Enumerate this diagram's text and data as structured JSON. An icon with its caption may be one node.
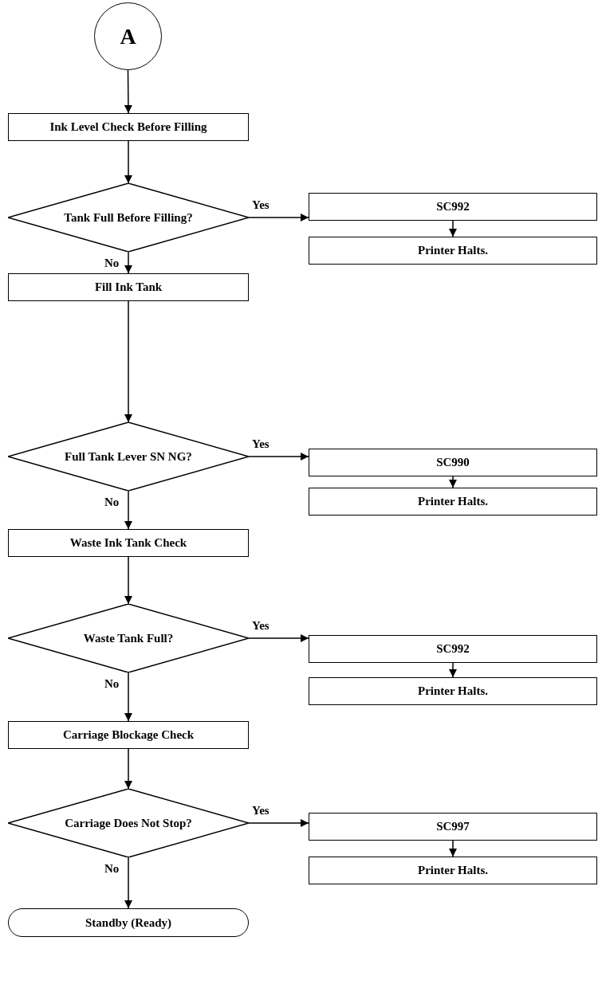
{
  "diagram": {
    "nodes": [
      {
        "text": [
          "A"
        ]
      },
      {
        "text": [
          "Ink Level Check Before Filling"
        ]
      },
      {
        "text": [
          "Tank Full Before Filling?"
        ]
      },
      {
        "text": [
          "SC992"
        ]
      },
      {
        "text": [
          "Printer Halts."
        ]
      },
      {
        "text": [
          "Fill Ink Tank"
        ]
      },
      {
        "text": [
          "Full Tank Lever SN NG?"
        ]
      },
      {
        "text": [
          "SC990"
        ]
      },
      {
        "text": [
          "Printer Halts."
        ]
      },
      {
        "text": [
          "Waste Ink Tank Check"
        ]
      },
      {
        "text": [
          "Waste Tank Full?"
        ]
      },
      {
        "text": [
          "SC992"
        ]
      },
      {
        "text": [
          "Printer Halts."
        ]
      },
      {
        "text": [
          "Carriage Blockage Check"
        ]
      },
      {
        "text": [
          "Carriage Does Not Stop?"
        ]
      },
      {
        "text": [
          "SC997"
        ]
      },
      {
        "text": [
          "Printer Halts."
        ]
      },
      {
        "text": [
          "Standby (Ready)"
        ]
      }
    ],
    "edges": [
      {
        "from": 0,
        "to": 1,
        "arrow": "to"
      },
      {
        "from": 1,
        "to": 2,
        "arrow": "to"
      },
      {
        "from": 2,
        "to": 3,
        "arrow": "to",
        "label": "Yes"
      },
      {
        "from": 3,
        "to": 4,
        "arrow": "to"
      },
      {
        "from": 2,
        "to": 5,
        "arrow": "to",
        "label": "No"
      },
      {
        "from": 5,
        "to": 6,
        "arrow": "to"
      },
      {
        "from": 6,
        "to": 7,
        "arrow": "to",
        "label": "Yes"
      },
      {
        "from": 7,
        "to": 8,
        "arrow": "to"
      },
      {
        "from": 6,
        "to": 9,
        "arrow": "to",
        "label": "No"
      },
      {
        "from": 9,
        "to": 10,
        "arrow": "to"
      },
      {
        "from": 10,
        "to": 11,
        "arrow": "to",
        "label": "Yes"
      },
      {
        "from": 11,
        "to": 12,
        "arrow": "to"
      },
      {
        "from": 10,
        "to": 13,
        "arrow": "to",
        "label": "No"
      },
      {
        "from": 13,
        "to": 14,
        "arrow": "to"
      },
      {
        "from": 14,
        "to": 15,
        "arrow": "to",
        "label": "Yes"
      },
      {
        "from": 15,
        "to": 16,
        "arrow": "to"
      },
      {
        "from": 14,
        "to": 17,
        "arrow": "to",
        "label": "No"
      }
    ]
  }
}
